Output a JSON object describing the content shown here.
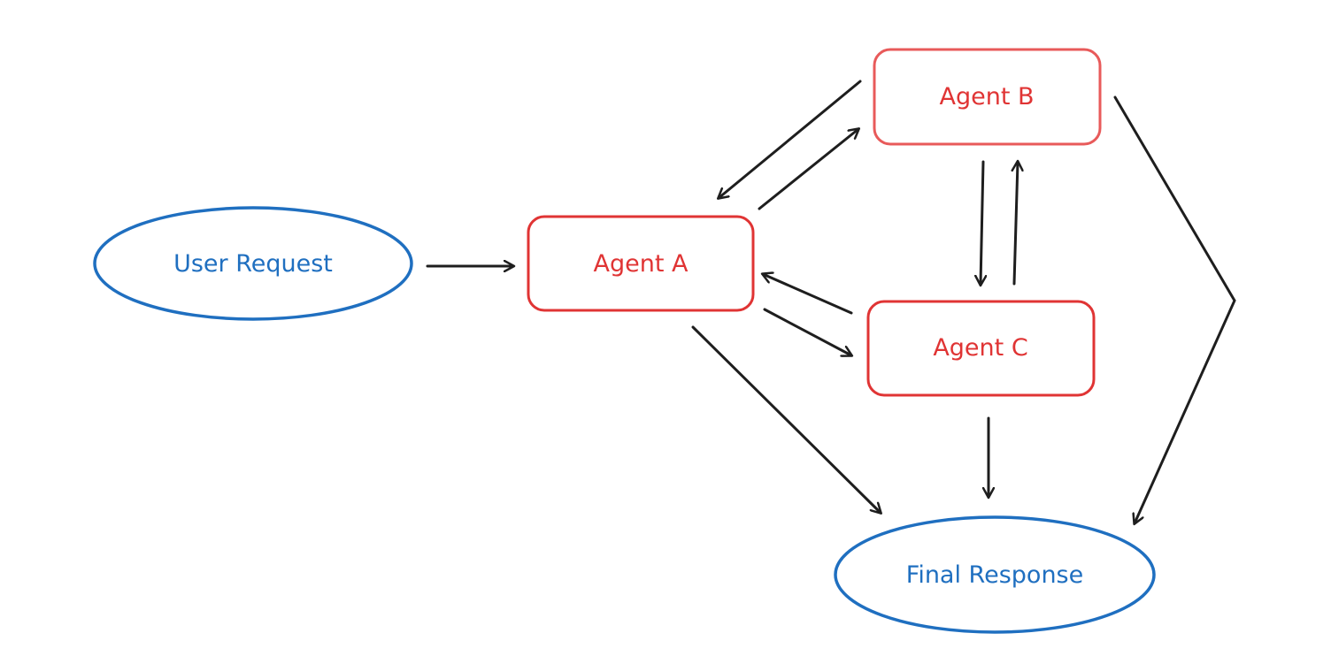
{
  "nodes": {
    "user_request": {
      "label": "User Request",
      "color": "#1f6fc0"
    },
    "agent_a": {
      "label": "Agent A",
      "color": "#e03434"
    },
    "agent_b": {
      "label": "Agent B",
      "color": "#e85a5a"
    },
    "agent_c": {
      "label": "Agent C",
      "color": "#e03434"
    },
    "final_response": {
      "label": "Final Response",
      "color": "#1f6fc0"
    }
  },
  "edges": [
    {
      "from": "User Request",
      "to": "Agent A"
    },
    {
      "from": "Agent A",
      "to": "Agent B"
    },
    {
      "from": "Agent B",
      "to": "Agent A"
    },
    {
      "from": "Agent A",
      "to": "Agent C"
    },
    {
      "from": "Agent C",
      "to": "Agent A"
    },
    {
      "from": "Agent B",
      "to": "Agent C"
    },
    {
      "from": "Agent C",
      "to": "Agent B"
    },
    {
      "from": "Agent A",
      "to": "Final Response"
    },
    {
      "from": "Agent C",
      "to": "Final Response"
    },
    {
      "from": "Agent B",
      "to": "Final Response"
    }
  ],
  "colors": {
    "arrow": "#1e1e1e",
    "background": "#ffffff"
  }
}
